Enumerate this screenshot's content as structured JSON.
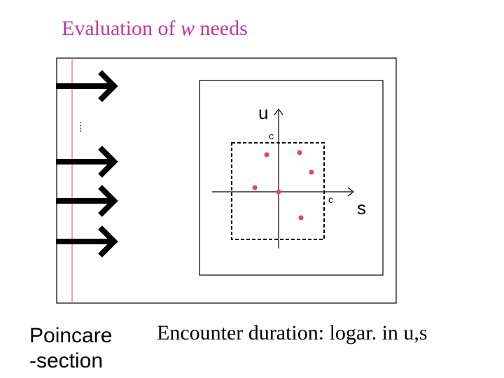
{
  "title": {
    "before": "Evaluation of ",
    "variable": "w",
    "after": " needs"
  },
  "left_caption": {
    "line1": "Poincare",
    "line2": "-section"
  },
  "right_caption": "Encounter duration: logar. in u,s",
  "diagram": {
    "ellipsis": "....",
    "axis_u_label": "u",
    "axis_s_label": "s",
    "corner_label_top": "c",
    "corner_label_right": "c",
    "arrow_count": 4,
    "point_count": 6,
    "colors": {
      "title": "#c2399b",
      "section_line": "#d46a8a",
      "points": "#e8416e",
      "ink": "#000000"
    }
  }
}
